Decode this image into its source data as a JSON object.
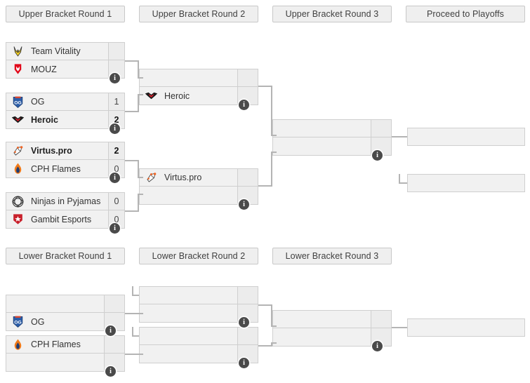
{
  "page": {
    "title": "Tournament Bracket",
    "background": "#ffffff",
    "box_fill": "#f1f1f1",
    "box_border": "#cfcfcf",
    "line_color": "#b4b4b4",
    "info_badge_color": "#4a4a4a",
    "info_badge_glyph": "i"
  },
  "headers": {
    "ub_r1": "Upper Bracket Round 1",
    "ub_r2": "Upper Bracket Round 2",
    "ub_r3": "Upper Bracket Round 3",
    "playoffs": "Proceed to Playoffs",
    "lb_r1": "Lower Bracket Round 1",
    "lb_r2": "Lower Bracket Round 2",
    "lb_r3": "Lower Bracket Round 3"
  },
  "upper_bracket": {
    "round1": [
      {
        "top": {
          "team": "Team Vitality",
          "logo": "team-vitality-logo",
          "score": "",
          "winner": false
        },
        "bottom": {
          "team": "MOUZ",
          "logo": "mouz-logo",
          "score": "",
          "winner": false
        }
      },
      {
        "top": {
          "team": "OG",
          "logo": "og-logo",
          "score": "1",
          "winner": false
        },
        "bottom": {
          "team": "Heroic",
          "logo": "heroic-logo",
          "score": "2",
          "winner": true
        }
      },
      {
        "top": {
          "team": "Virtus.pro",
          "logo": "virtuspro-logo",
          "score": "2",
          "winner": true
        },
        "bottom": {
          "team": "CPH Flames",
          "logo": "cphflames-logo",
          "score": "0",
          "winner": false
        }
      },
      {
        "top": {
          "team": "Ninjas in Pyjamas",
          "logo": "nip-logo",
          "score": "0",
          "winner": false
        },
        "bottom": {
          "team": "Gambit Esports",
          "logo": "gambit-logo",
          "score": "0",
          "winner": false
        }
      }
    ],
    "round2": [
      {
        "top": {
          "team": "",
          "logo": "",
          "score": "",
          "winner": false
        },
        "bottom": {
          "team": "Heroic",
          "logo": "heroic-logo",
          "score": "",
          "winner": false
        }
      },
      {
        "top": {
          "team": "Virtus.pro",
          "logo": "virtuspro-logo",
          "score": "",
          "winner": false
        },
        "bottom": {
          "team": "",
          "logo": "",
          "score": "",
          "winner": false
        }
      }
    ],
    "round3": [
      {
        "top": {
          "team": "",
          "logo": "",
          "score": "",
          "winner": false
        },
        "bottom": {
          "team": "",
          "logo": "",
          "score": "",
          "winner": false
        }
      }
    ],
    "playoff_slots": [
      {
        "team": ""
      },
      {
        "team": ""
      }
    ]
  },
  "lower_bracket": {
    "round1": [
      {
        "top": {
          "team": "",
          "logo": "",
          "score": "",
          "winner": false
        },
        "bottom": {
          "team": "OG",
          "logo": "og-logo",
          "score": "",
          "winner": false
        }
      },
      {
        "top": {
          "team": "CPH Flames",
          "logo": "cphflames-logo",
          "score": "",
          "winner": false
        },
        "bottom": {
          "team": "",
          "logo": "",
          "score": "",
          "winner": false
        }
      }
    ],
    "round2": [
      {
        "top": {
          "team": "",
          "logo": "",
          "score": "",
          "winner": false
        },
        "bottom": {
          "team": "",
          "logo": "",
          "score": "",
          "winner": false
        }
      },
      {
        "top": {
          "team": "",
          "logo": "",
          "score": "",
          "winner": false
        },
        "bottom": {
          "team": "",
          "logo": "",
          "score": "",
          "winner": false
        }
      }
    ],
    "round3": [
      {
        "top": {
          "team": "",
          "logo": "",
          "score": "",
          "winner": false
        },
        "bottom": {
          "team": "",
          "logo": "",
          "score": "",
          "winner": false
        }
      }
    ],
    "advance_slots": [
      {
        "team": ""
      }
    ]
  }
}
